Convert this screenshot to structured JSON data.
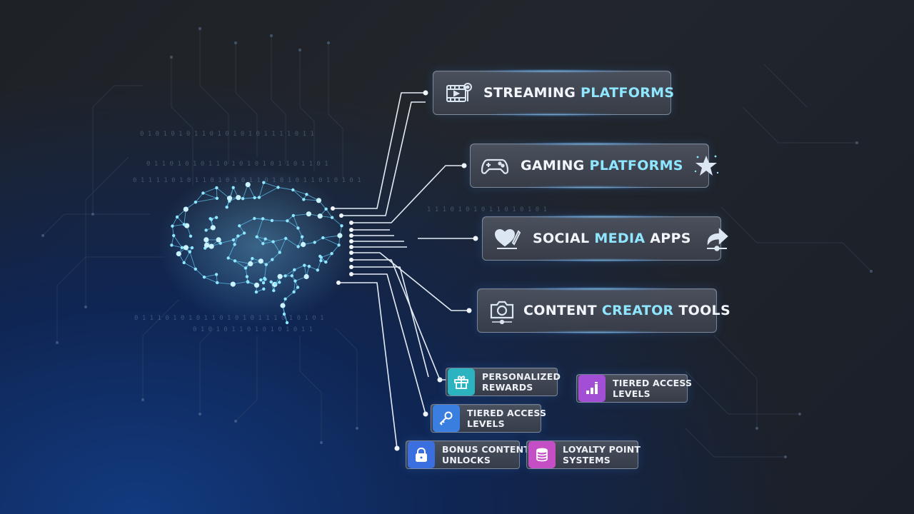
{
  "diagram": {
    "platforms": [
      {
        "part1": "STREAMING ",
        "part2": "PLATFORMS",
        "icon": "film-play-icon"
      },
      {
        "part1": "GAMING ",
        "part2": "PLATFORMS",
        "icon": "gamepad-icon",
        "trailing_icon": "star-icon"
      },
      {
        "part1": "SOCIAL ",
        "part2": "MEDIA",
        "part3": " APPS",
        "icon": "heart-pen-icon",
        "trailing_icon": "share-icon"
      },
      {
        "part1": "CONTENT ",
        "part2": "CREATOR",
        "part3": " TOOLS",
        "icon": "camera-icon"
      }
    ],
    "features": [
      {
        "line1": "PERSONALIZED",
        "line2": "REWARDS",
        "icon": "gift-icon",
        "color": "#2bb3c0"
      },
      {
        "line1": "TIERED ACCESS",
        "line2": "LEVELS",
        "icon": "bar-steps-icon",
        "color": "#a24fd6"
      },
      {
        "line1": "TIERED ACCESS",
        "line2": "LEVELS",
        "icon": "key-icon",
        "color": "#3a7fe0"
      },
      {
        "line1": "BONUS CONTENT",
        "line2": "UNLOCKS",
        "icon": "lock-icon",
        "color": "#3b6fe0"
      },
      {
        "line1": "LOYALTY POINT",
        "line2": "SYSTEMS",
        "icon": "coin-stack-icon",
        "color": "#c44fc4"
      }
    ],
    "binary_rows": [
      "0 1 0 1 0 1 0 1 1 0 1 0 1 0 1 0 1 1 1 1   0 1 1",
      "0 1 1 0 1 0 1 0 1 1 0 1 0 1 0 1 0 1 1 0 1 1 0 1",
      "0 1 1 1 1 0 1 0 1 1 0 1 0 1 0 1 1 0 1 0 1 0 1 1 0 1 0 1 0 1",
      "1 1 1 0 1 0 1 0 1 1 0 1 0 1 0 1",
      "0 1 1 1 0 1 0 1 0 1 1 0 1 0 1 0 1 1 1 0 1 0 1 0 1",
      "0 1 0 1 0 1 1 0 1 0 1 0 1 0 1 1"
    ],
    "colors": {
      "accent": "#8fe6ff",
      "node": "#5fd0ff",
      "line": "#dfe8f3"
    }
  }
}
